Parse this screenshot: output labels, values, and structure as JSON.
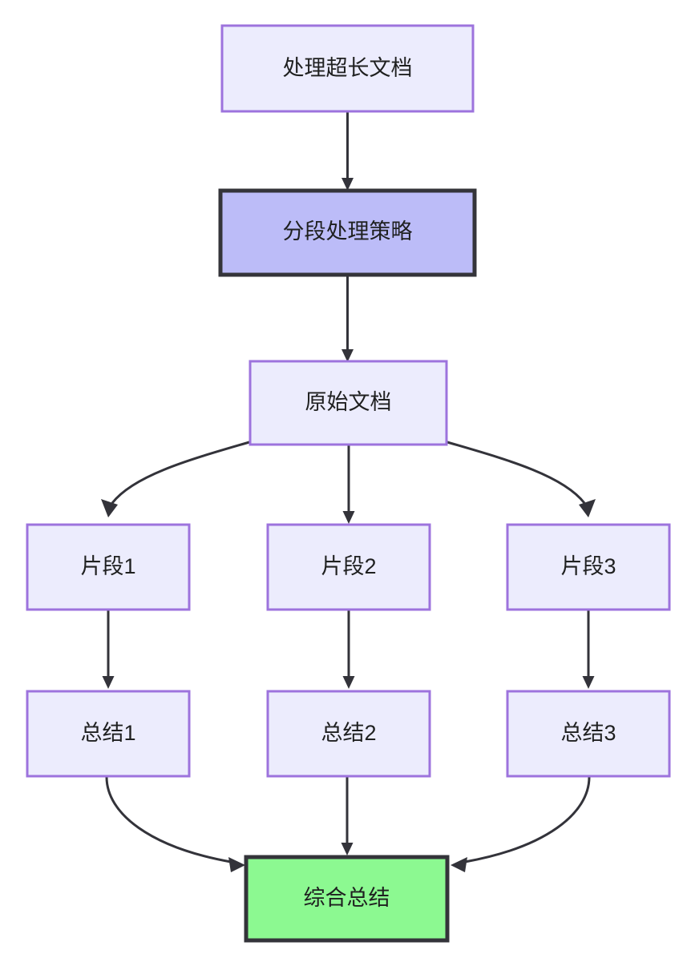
{
  "diagram": {
    "type": "flowchart",
    "direction": "top-to-bottom",
    "title_text": "处理超长文档",
    "background_color": "#ffffff",
    "styles": {
      "normal_fill": "#ececfd",
      "normal_stroke": "#9d73dd",
      "highlight_fill": "#bcbcf8",
      "highlight_stroke": "#34343a",
      "final_fill": "#8cf991",
      "final_stroke": "#34343a",
      "edge_color": "#33333a",
      "label_color": "#1f2020"
    },
    "nodes": [
      {
        "id": "doc",
        "label": "处理超长文档",
        "style": "normal"
      },
      {
        "id": "strategy",
        "label": "分段处理策略",
        "style": "highlight"
      },
      {
        "id": "source",
        "label": "原始文档",
        "style": "normal"
      },
      {
        "id": "chunk1",
        "label": "片段1",
        "style": "normal"
      },
      {
        "id": "chunk2",
        "label": "片段2",
        "style": "normal"
      },
      {
        "id": "chunk3",
        "label": "片段3",
        "style": "normal"
      },
      {
        "id": "sum1",
        "label": "总结1",
        "style": "normal"
      },
      {
        "id": "sum2",
        "label": "总结2",
        "style": "normal"
      },
      {
        "id": "sum3",
        "label": "总结3",
        "style": "normal"
      },
      {
        "id": "final",
        "label": "综合总结",
        "style": "final"
      }
    ],
    "edges": [
      {
        "from": "doc",
        "to": "strategy"
      },
      {
        "from": "strategy",
        "to": "source"
      },
      {
        "from": "source",
        "to": "chunk1"
      },
      {
        "from": "source",
        "to": "chunk2"
      },
      {
        "from": "source",
        "to": "chunk3"
      },
      {
        "from": "chunk1",
        "to": "sum1"
      },
      {
        "from": "chunk2",
        "to": "sum2"
      },
      {
        "from": "chunk3",
        "to": "sum3"
      },
      {
        "from": "sum1",
        "to": "final"
      },
      {
        "from": "sum2",
        "to": "final"
      },
      {
        "from": "sum3",
        "to": "final"
      }
    ]
  }
}
